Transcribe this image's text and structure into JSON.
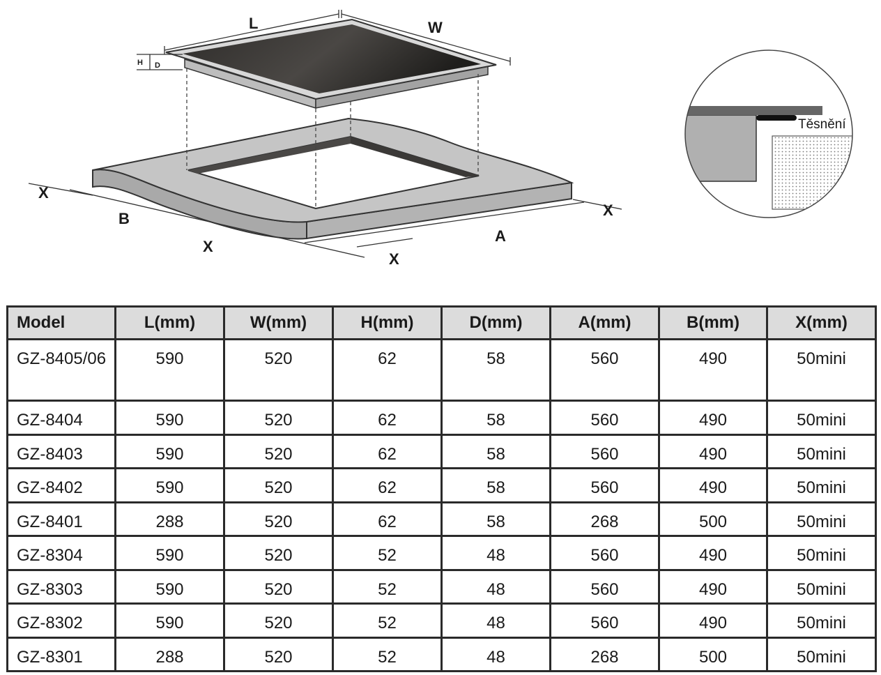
{
  "diagram": {
    "labels": {
      "length": "L",
      "width": "W",
      "height": "H",
      "depth": "D",
      "cutout_a": "A",
      "cutout_b": "B",
      "margin": "X",
      "seal": "Těsnění"
    }
  },
  "table": {
    "headers": [
      "Model",
      "L(mm)",
      "W(mm)",
      "H(mm)",
      "D(mm)",
      "A(mm)",
      "B(mm)",
      "X(mm)"
    ],
    "rows": [
      [
        "GZ-8405/06",
        "590",
        "520",
        "62",
        "58",
        "560",
        "490",
        "50mini"
      ],
      [
        "GZ-8404",
        "590",
        "520",
        "62",
        "58",
        "560",
        "490",
        "50mini"
      ],
      [
        "GZ-8403",
        "590",
        "520",
        "62",
        "58",
        "560",
        "490",
        "50mini"
      ],
      [
        "GZ-8402",
        "590",
        "520",
        "62",
        "58",
        "560",
        "490",
        "50mini"
      ],
      [
        "GZ-8401",
        "288",
        "520",
        "62",
        "58",
        "268",
        "500",
        "50mini"
      ],
      [
        "GZ-8304",
        "590",
        "520",
        "52",
        "48",
        "560",
        "490",
        "50mini"
      ],
      [
        "GZ-8303",
        "590",
        "520",
        "52",
        "48",
        "560",
        "490",
        "50mini"
      ],
      [
        "GZ-8302",
        "590",
        "520",
        "52",
        "48",
        "560",
        "490",
        "50mini"
      ],
      [
        "GZ-8301",
        "288",
        "520",
        "52",
        "48",
        "268",
        "500",
        "50mini"
      ]
    ]
  }
}
